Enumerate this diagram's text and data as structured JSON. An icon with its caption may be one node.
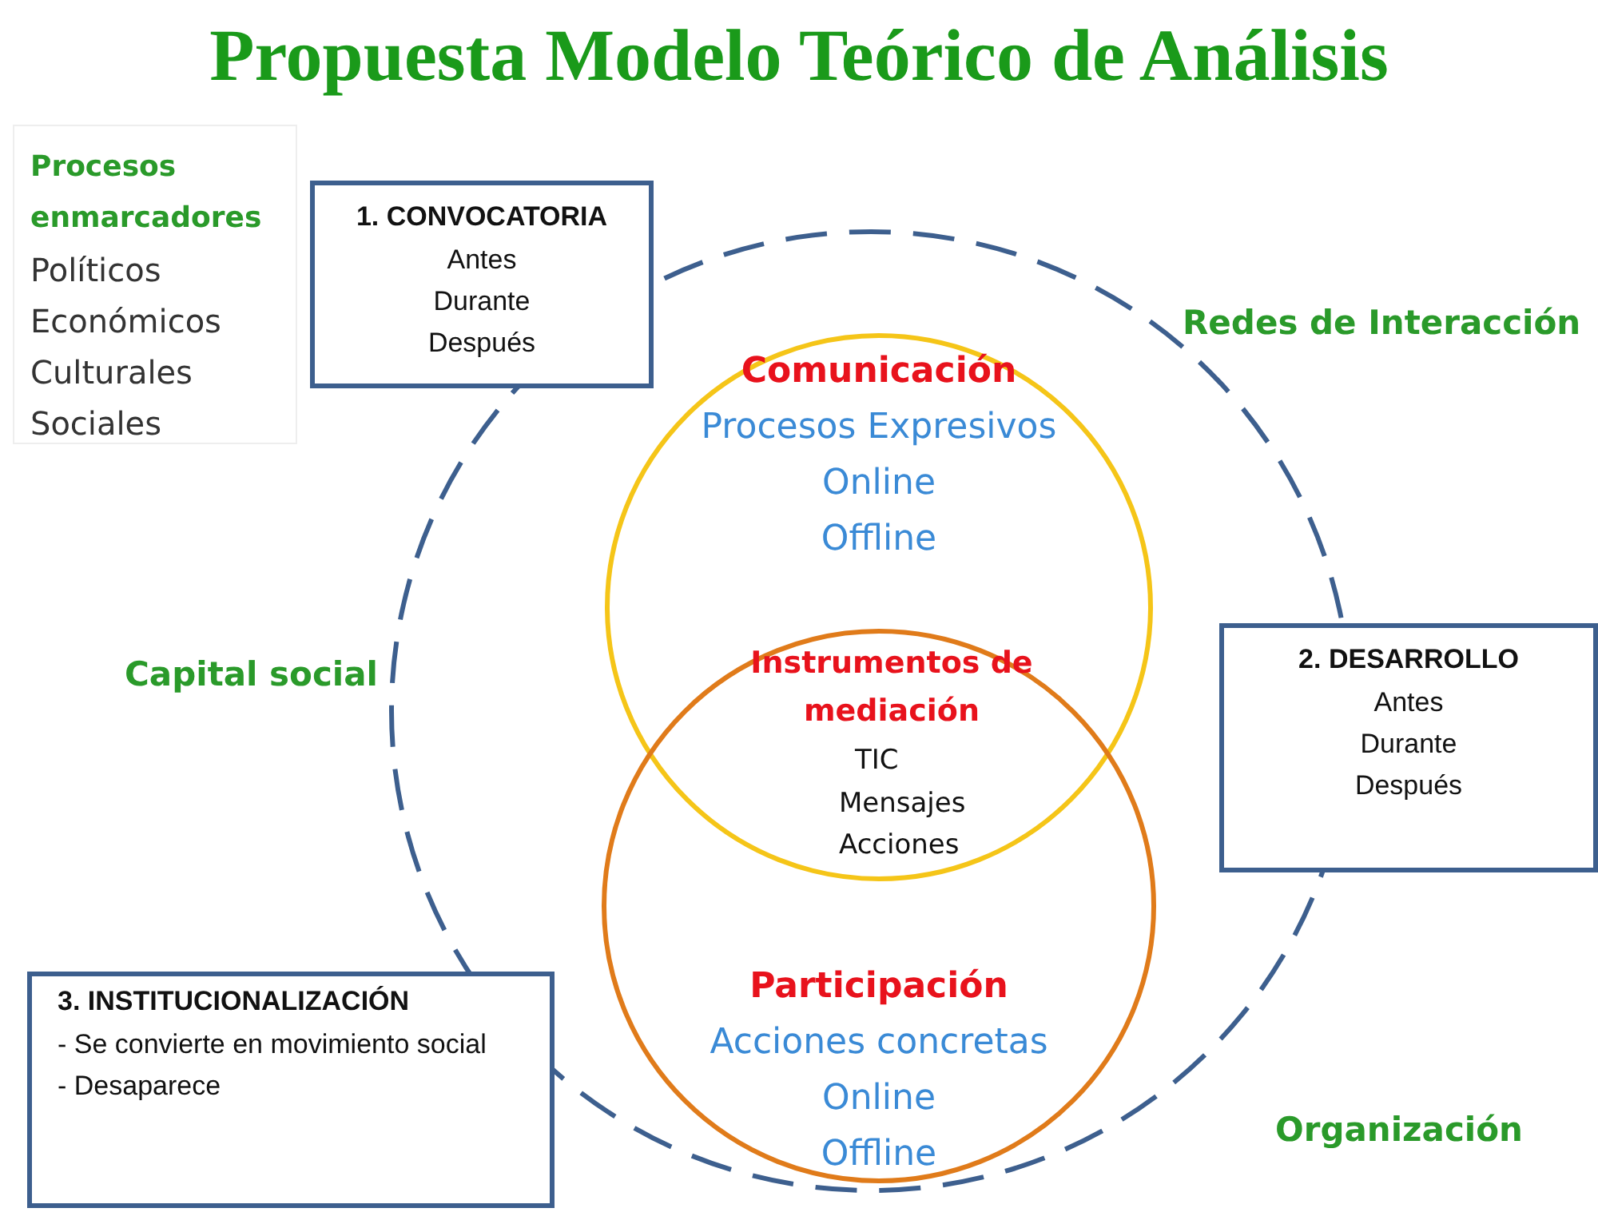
{
  "diagram": {
    "title": "Propuesta Modelo Teórico de Análisis",
    "nodes": [
      {
        "text": [
          "Procesos enmarcadores",
          "Políticos",
          "Económicos",
          "Culturales",
          "Sociales"
        ]
      },
      {
        "text": [],
        "shape": "circle"
      },
      {
        "text": [
          "1. CONVOCATORIA",
          "Antes",
          "Durante",
          "Después"
        ]
      },
      {
        "text": [
          "Comunicación",
          "Procesos Expresivos",
          "Online",
          "Offline"
        ],
        "in": 1
      },
      {
        "text": [
          "2. DESARROLLO",
          "Antes",
          "Durante",
          "Después"
        ]
      },
      {
        "text": [
          "Participación",
          "Acciones concretas",
          "Online",
          "Offline"
        ],
        "in": 1
      },
      {
        "text": [
          "3. INSTITUCIONALIZACIÓN",
          "- Se convierte en movimiento social",
          "- Desaparece"
        ]
      }
    ],
    "edges": [],
    "labels": [
      "Redes de Interacción",
      "Capital social",
      "Instrumentos de mediación",
      "TIC",
      "Mensajes",
      "Acciones",
      "Organización"
    ]
  }
}
